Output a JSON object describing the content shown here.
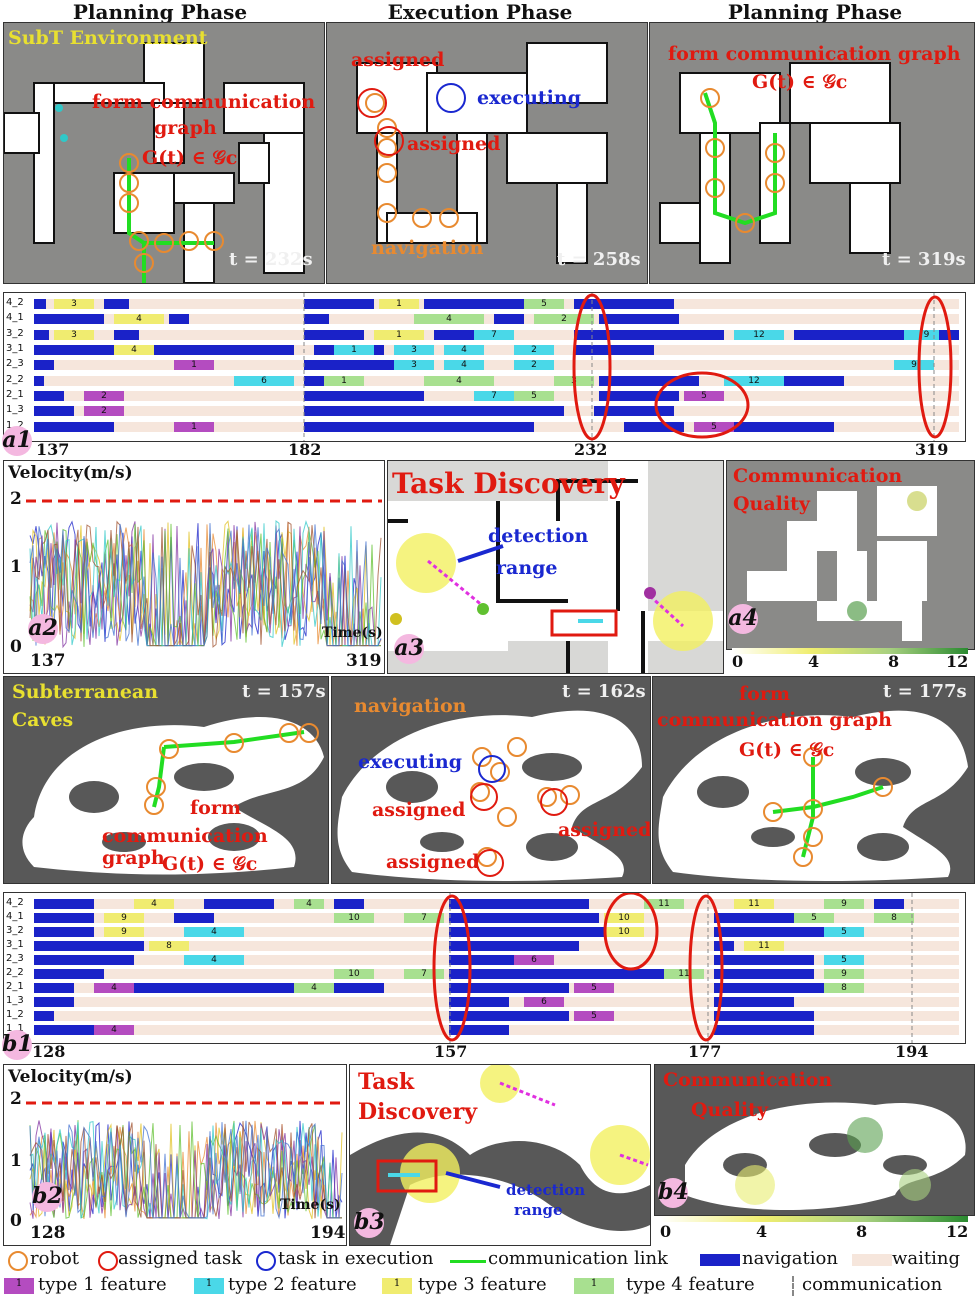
{
  "colors": {
    "navigation": "#1a22c8",
    "waiting": "#f6e6dc",
    "type1": "#b44cc0",
    "type2": "#4ad8e8",
    "type3": "#f0ec70",
    "type4": "#a8e090",
    "robot": "#e88a30",
    "assigned": "#e01a10",
    "executing": "#1a28d0",
    "link": "#22dd22"
  },
  "headers": {
    "left": "Planning Phase",
    "middle": "Execution Phase",
    "right": "Planning Phase"
  },
  "subt": {
    "env": "SubT Environment",
    "p1_form": "form communication",
    "p1_graph": "graph",
    "p1_g": "G(t) ∈ 𝒢c",
    "p1_time": "t = 232s",
    "p2_assigned1": "assigned",
    "p2_executing": "executing",
    "p2_assigned2": "assigned",
    "p2_nav": "navigation",
    "p2_time": "t = 258s",
    "p3_form": "form communication graph",
    "p3_g": "G(t) ∈ 𝒢c",
    "p3_time": "t = 319s"
  },
  "gantt_a": {
    "rows": [
      "4_2",
      "4_1",
      "3_2",
      "3_1",
      "2_3",
      "2_2",
      "2_1",
      "1_3",
      "1_2"
    ],
    "ticks": [
      "137",
      "182",
      "232",
      "319"
    ],
    "badge": "a1"
  },
  "vel_a": {
    "ylabel": "Velocity(m/s)",
    "y2": "2",
    "y1": "1",
    "y0": "0",
    "xlabel": "Time(s)",
    "xmin": "137",
    "xmax": "319",
    "badge": "a2"
  },
  "td_a": {
    "title": "Task Discovery",
    "det1": "detection",
    "det2": "range",
    "badge": "a3"
  },
  "cq_a": {
    "title1": "Communication",
    "title2": "Quality",
    "scale": [
      "0",
      "4",
      "8",
      "12"
    ],
    "badge": "a4"
  },
  "caves": {
    "env1": "Subterranean",
    "env2": "Caves",
    "p1_time": "t = 157s",
    "p1_form": "form",
    "p1_cg": "communication graph",
    "p1_g": "G(t) ∈ 𝒢c",
    "p2_time": "t = 162s",
    "p2_nav": "navigation",
    "p2_exec": "executing",
    "p2_as1": "assigned",
    "p2_as2": "assigned",
    "p2_as3": "assigned",
    "p3_time": "t = 177s",
    "p3_form": "form",
    "p3_cg": "communication graph",
    "p3_g": "G(t) ∈ 𝒢c"
  },
  "gantt_b": {
    "rows": [
      "4_2",
      "4_1",
      "3_2",
      "3_1",
      "2_3",
      "2_2",
      "2_1",
      "1_3",
      "1_2",
      "1_1"
    ],
    "ticks": [
      "128",
      "157",
      "177",
      "194"
    ],
    "badge": "b1"
  },
  "vel_b": {
    "ylabel": "Velocity(m/s)",
    "y2": "2",
    "y1": "1",
    "y0": "0",
    "xlabel": "Time(s)",
    "xmin": "128",
    "xmax": "194",
    "badge": "b2"
  },
  "td_b": {
    "title1": "Task",
    "title2": "Discovery",
    "det1": "detection",
    "det2": "range",
    "badge": "b3"
  },
  "cq_b": {
    "title1": "Communication",
    "title2": "Quality",
    "scale": [
      "0",
      "4",
      "8",
      "12"
    ],
    "badge": "b4"
  },
  "legend": {
    "robot": "robot",
    "assigned": "assigned task",
    "executing": "task in execution",
    "link": "communication link",
    "navigation": "navigation",
    "waiting": "waiting",
    "t1": "type 1 feature",
    "t2": "type 2 feature",
    "t3": "type 3 feature",
    "t4": "type 4 feature",
    "comm": "communication",
    "sw1": "1",
    "sw2": "1",
    "sw3": "1",
    "sw4": "1"
  }
}
